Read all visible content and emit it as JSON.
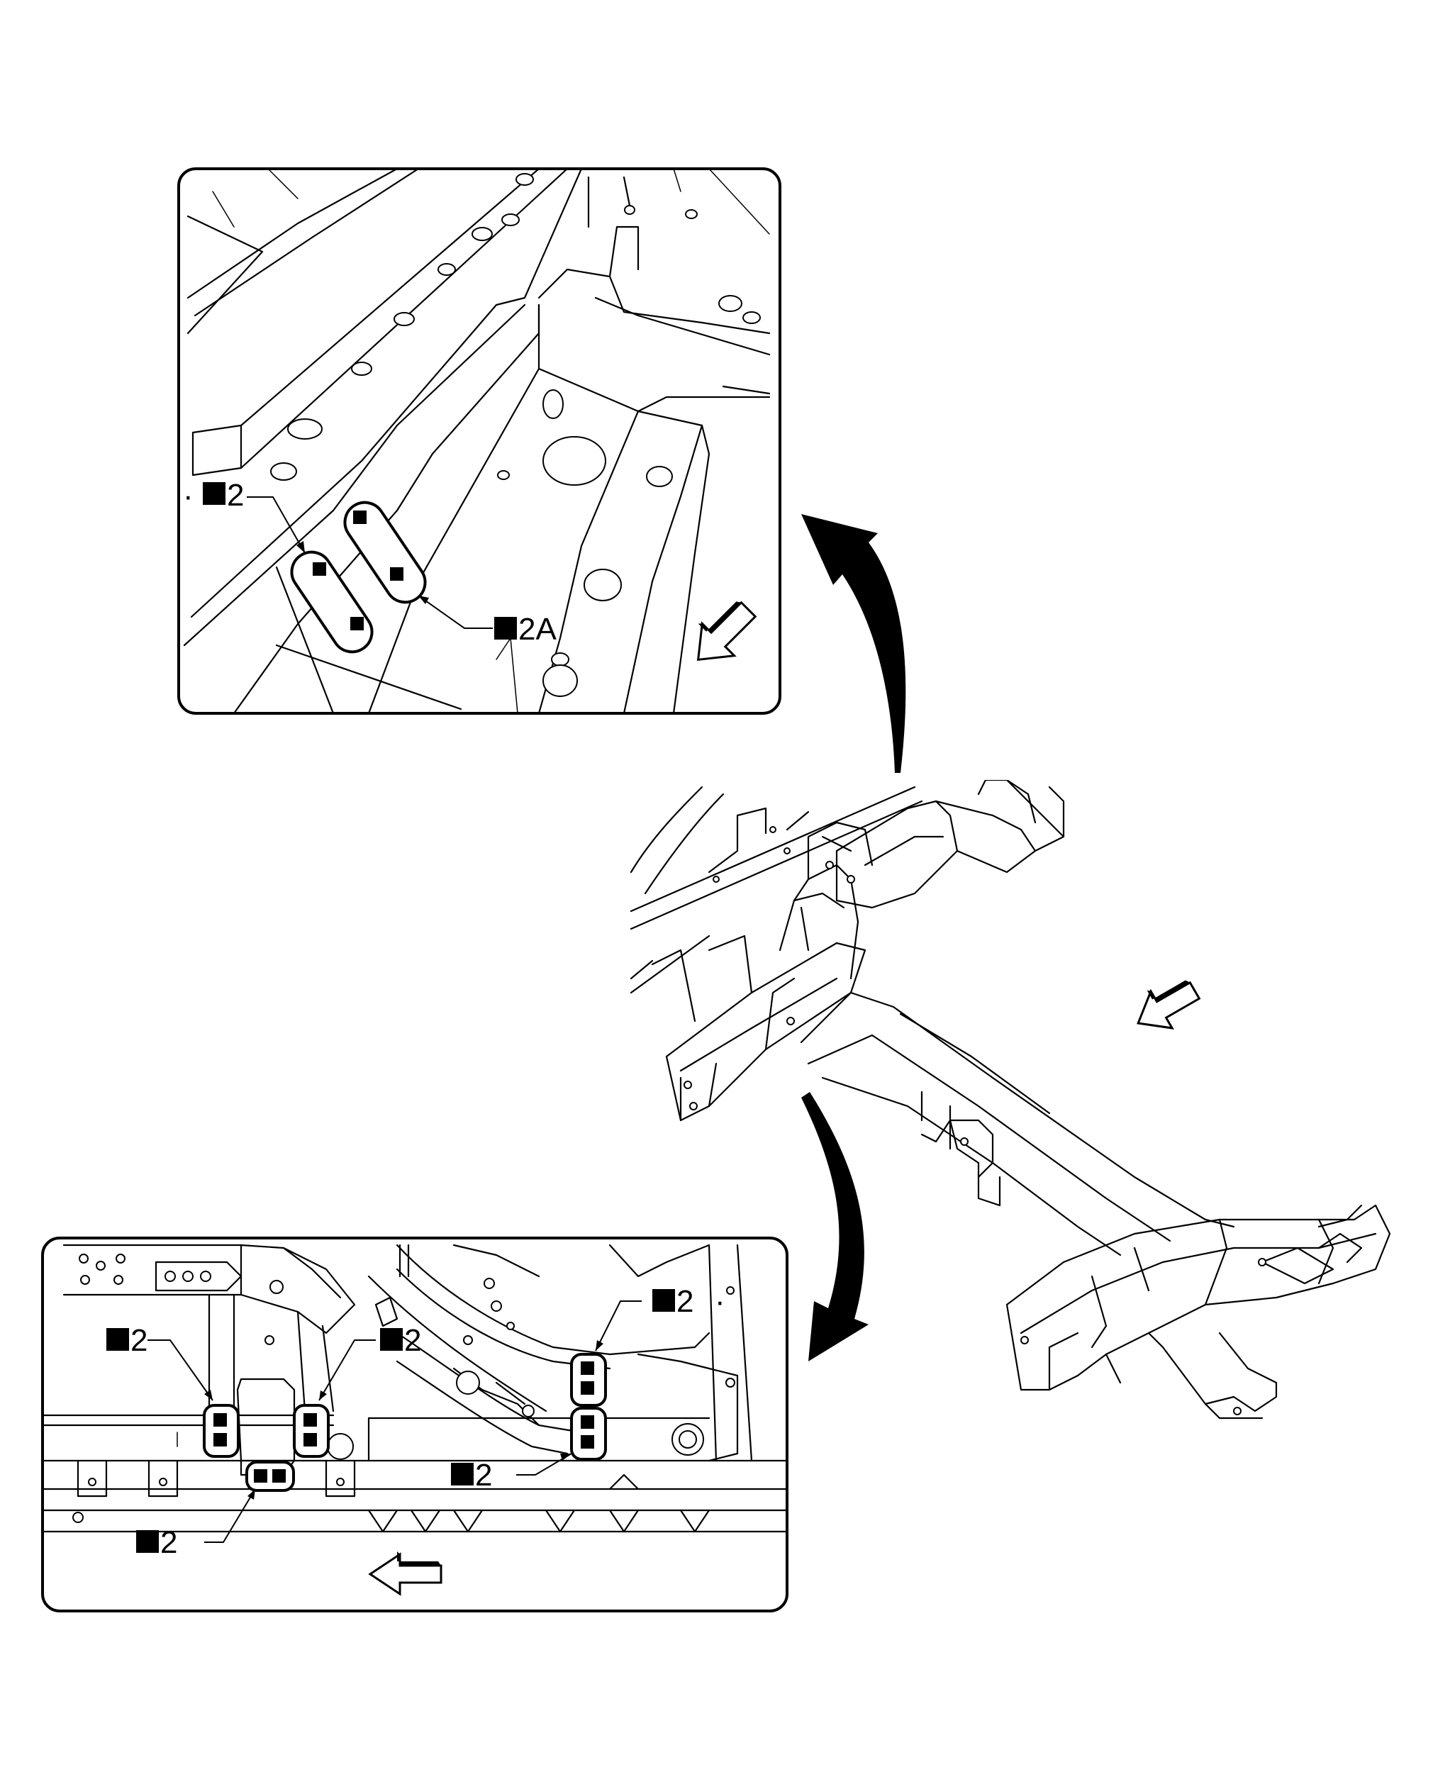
{
  "callouts": {
    "top_left_2": "2",
    "top_2a": "2A",
    "bottom_left_2": "2",
    "bottom_mid_2": "2",
    "bottom_right_top_2": "2",
    "bottom_right_low_2": "2",
    "bottom_bottom_2": "2"
  },
  "icons": {
    "weld_symbol": "filled-square-icon",
    "view_direction": "hollow-arrow-icon",
    "zoom_arrow": "curved-arrow-icon"
  }
}
